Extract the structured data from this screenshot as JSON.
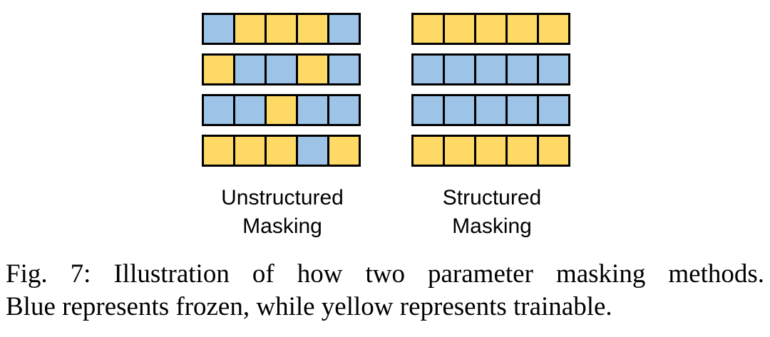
{
  "colors": {
    "frozen": "#9dc3e6",
    "trainable": "#ffd966",
    "border": "#000000"
  },
  "diagram": {
    "unstructured": {
      "label_line1": "Unstructured",
      "label_line2": "Masking",
      "rows": [
        [
          "frozen",
          "trainable",
          "trainable",
          "trainable",
          "frozen"
        ],
        [
          "trainable",
          "frozen",
          "frozen",
          "trainable",
          "frozen"
        ],
        [
          "frozen",
          "frozen",
          "trainable",
          "frozen",
          "frozen"
        ],
        [
          "trainable",
          "trainable",
          "trainable",
          "frozen",
          "trainable"
        ]
      ]
    },
    "structured": {
      "label_line1": "Structured",
      "label_line2": "Masking",
      "rows": [
        [
          "trainable",
          "trainable",
          "trainable",
          "trainable",
          "trainable"
        ],
        [
          "frozen",
          "frozen",
          "frozen",
          "frozen",
          "frozen"
        ],
        [
          "frozen",
          "frozen",
          "frozen",
          "frozen",
          "frozen"
        ],
        [
          "trainable",
          "trainable",
          "trainable",
          "trainable",
          "trainable"
        ]
      ]
    }
  },
  "caption": {
    "line1": "Fig. 7: Illustration of how two parameter masking methods.",
    "line2": "Blue represents frozen, while yellow represents trainable."
  }
}
